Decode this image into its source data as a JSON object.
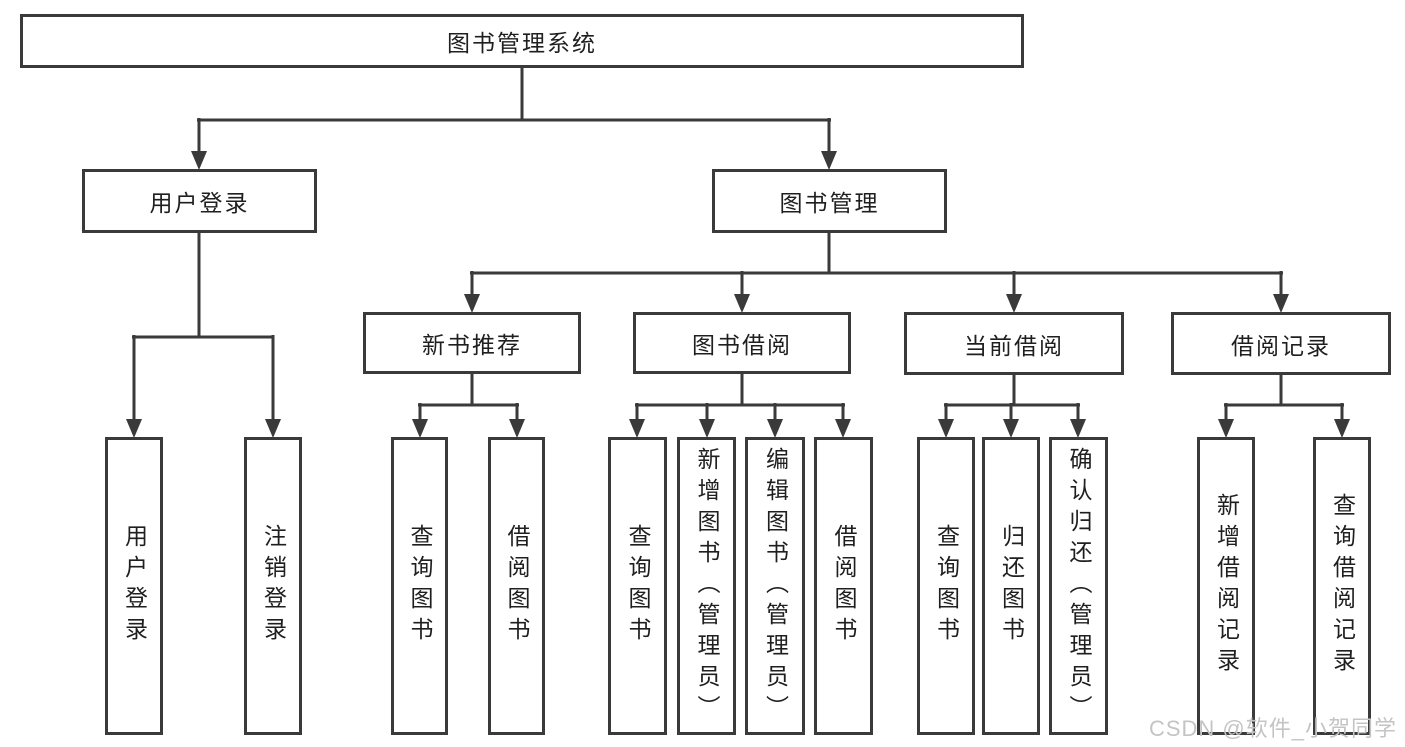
{
  "tree": {
    "label": "图书管理系统",
    "children": [
      {
        "label": "用户登录",
        "children": [
          {
            "label": "用户登录"
          },
          {
            "label": "注销登录"
          }
        ]
      },
      {
        "label": "图书管理",
        "children": [
          {
            "label": "新书推荐",
            "children": [
              {
                "label": "查询图书"
              },
              {
                "label": "借阅图书"
              }
            ]
          },
          {
            "label": "图书借阅",
            "children": [
              {
                "label": "查询图书"
              },
              {
                "label": "新增图书（管理员）"
              },
              {
                "label": "编辑图书（管理员）"
              },
              {
                "label": "借阅图书"
              }
            ]
          },
          {
            "label": "当前借阅",
            "children": [
              {
                "label": "查询图书"
              },
              {
                "label": "归还图书"
              },
              {
                "label": "确认归还（管理员）"
              }
            ]
          },
          {
            "label": "借阅记录",
            "children": [
              {
                "label": "新增借阅记录"
              },
              {
                "label": "查询借阅记录"
              }
            ]
          }
        ]
      }
    ]
  },
  "watermark": {
    "text": "CSDN @软件_小贺同学"
  },
  "colors": {
    "line": "#3a3a3a",
    "text": "#1f1f1f",
    "watermark": "#c4c4c4",
    "background": "#ffffff"
  }
}
